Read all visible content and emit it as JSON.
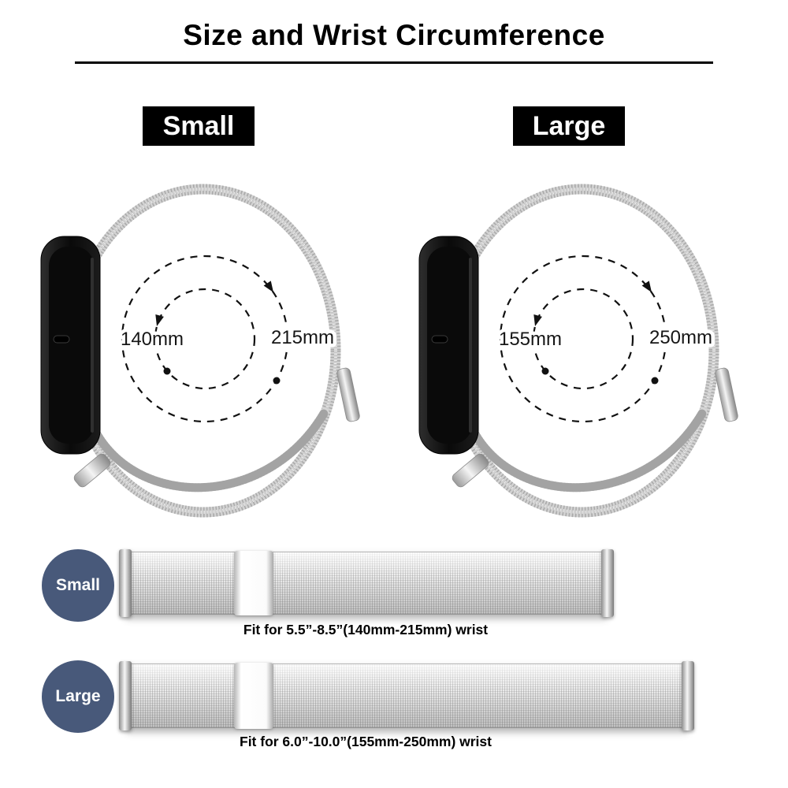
{
  "title": "Size and Wrist Circumference",
  "diagrams": [
    {
      "label": "Small",
      "inner_measure": "140mm",
      "outer_measure": "215mm"
    },
    {
      "label": "Large",
      "inner_measure": "155mm",
      "outer_measure": "250mm"
    }
  ],
  "bands": [
    {
      "badge": "Small",
      "caption": "Fit for 5.5”-8.5”(140mm-215mm) wrist"
    },
    {
      "badge": "Large",
      "caption": "Fit for 6.0”-10.0”(155mm-250mm) wrist"
    }
  ],
  "colors": {
    "badge_navy": "#48597A",
    "label_bg": "#000000",
    "band_silver": "#D9D9D9"
  }
}
